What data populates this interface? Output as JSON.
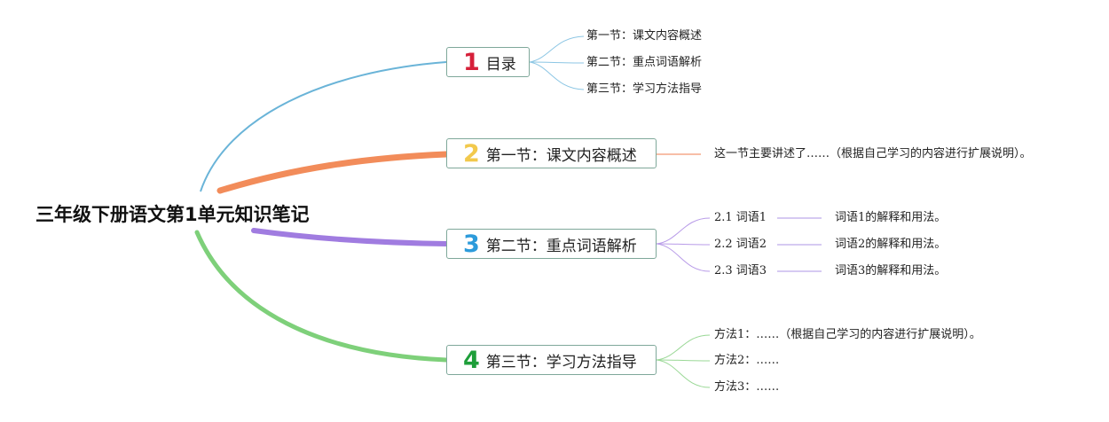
{
  "root": {
    "title": "三年级下册语文第1单元知识笔记"
  },
  "branches": [
    {
      "number": "1",
      "label": "目录",
      "color": "#d6203a",
      "line_color": "#6ab4d8",
      "children": [
        "第一节：课文内容概述",
        "第二节：重点词语解析",
        "第三节：学习方法指导"
      ]
    },
    {
      "number": "2",
      "label": "第一节：课文内容概述",
      "color": "#f2c94c",
      "line_color": "#f28c5a",
      "children": [
        "这一节主要讲述了……（根据自己学习的内容进行扩展说明）。"
      ]
    },
    {
      "number": "3",
      "label": "第二节：重点词语解析",
      "color": "#2d9bdb",
      "line_color": "#a07ce0",
      "children": [
        "2.1 词语1",
        "2.2 词语2",
        "2.3 词语3"
      ],
      "details": [
        "词语1的解释和用法。",
        "词语2的解释和用法。",
        "词语3的解释和用法。"
      ]
    },
    {
      "number": "4",
      "label": "第三节：学习方法指导",
      "color": "#1e9e3a",
      "line_color": "#7ed07a",
      "children": [
        "方法1：……（根据自己学习的内容进行扩展说明）。",
        "方法2：……",
        "方法3：……"
      ]
    }
  ]
}
